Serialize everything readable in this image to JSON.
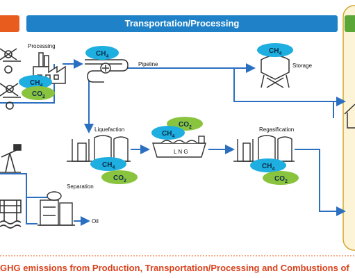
{
  "header": {
    "transportation_processing": "Transportation/Processing"
  },
  "labels": {
    "processing": "Processing",
    "pipeline": "Pipeline",
    "storage": "Storage",
    "liquefaction": "Liquefaction",
    "regasification": "Regasification",
    "separation": "Separation",
    "oil": "Oil",
    "lng_ship": "L N G"
  },
  "gases": {
    "ch4": "CH",
    "co2": "CO",
    "sub_4": "4",
    "sub_2": "2"
  },
  "caption": "GHG emissions from Production, Transportation/Processing and Combustions of",
  "colors": {
    "header_blue": "#1f82c8",
    "header_orange": "#e85c1e",
    "header_green": "#5aa637",
    "flow_blue": "#2b6fc0",
    "ch4_bubble": "#1eaee0",
    "co2_bubble": "#8ac43f",
    "consumption_panel": "#fdf3d6",
    "consumption_border": "#d4a72c",
    "caption": "#d9411c"
  }
}
